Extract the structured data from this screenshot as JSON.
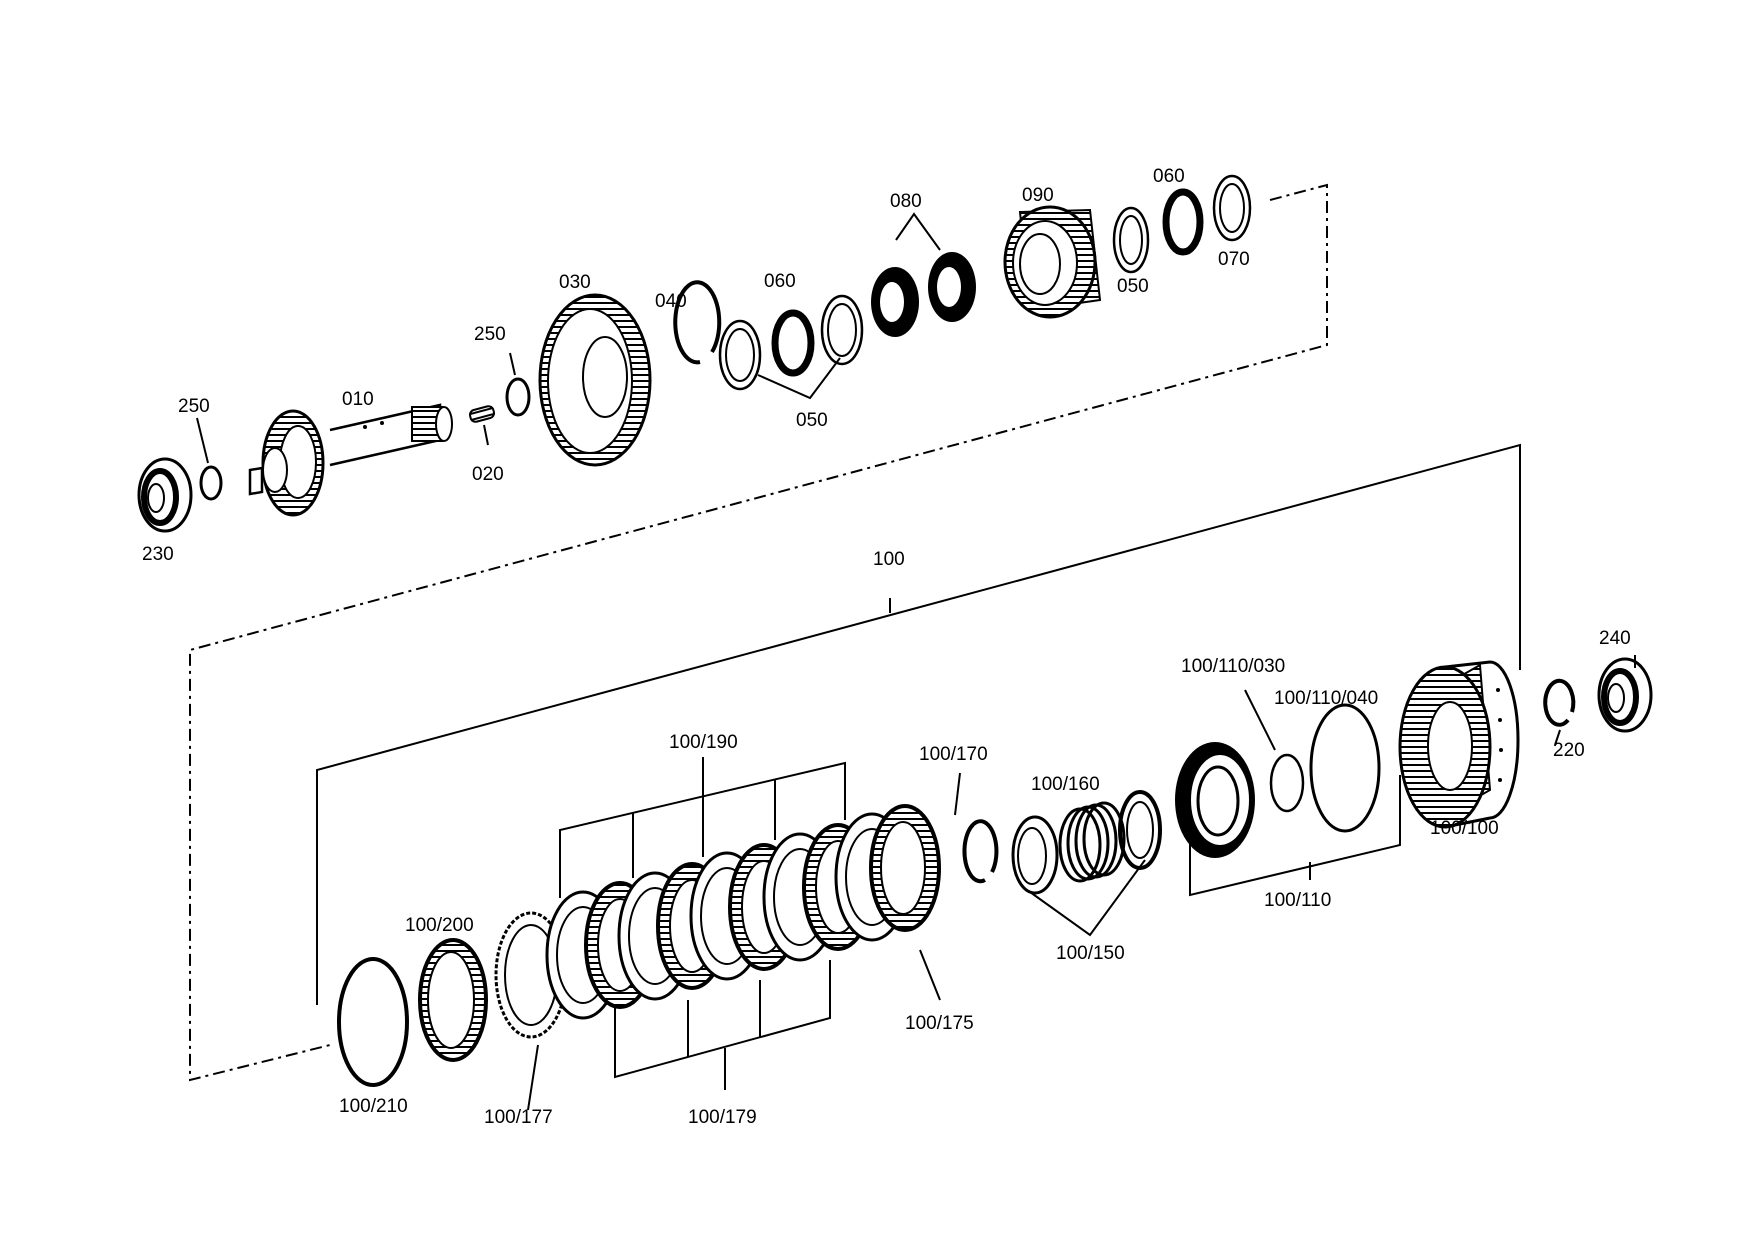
{
  "diagram": {
    "labels": {
      "l230": "230",
      "l250a": "250",
      "l010": "010",
      "l250b": "250",
      "l020": "020",
      "l030": "030",
      "l040": "040",
      "l060a": "060",
      "l050a": "050",
      "l080": "080",
      "l090": "090",
      "l050b": "050",
      "l060b": "060",
      "l070": "070",
      "l100": "100",
      "l100_190": "100/190",
      "l100_170": "100/170",
      "l100_160": "100/160",
      "l100_110_030": "100/110/030",
      "l100_110_040": "100/110/040",
      "l240": "240",
      "l220": "220",
      "l100_100": "100/100",
      "l100_110": "100/110",
      "l100_150": "100/150",
      "l100_175": "100/175",
      "l100_200": "100/200",
      "l100_210": "100/210",
      "l100_177": "100/177",
      "l100_179": "100/179"
    }
  }
}
